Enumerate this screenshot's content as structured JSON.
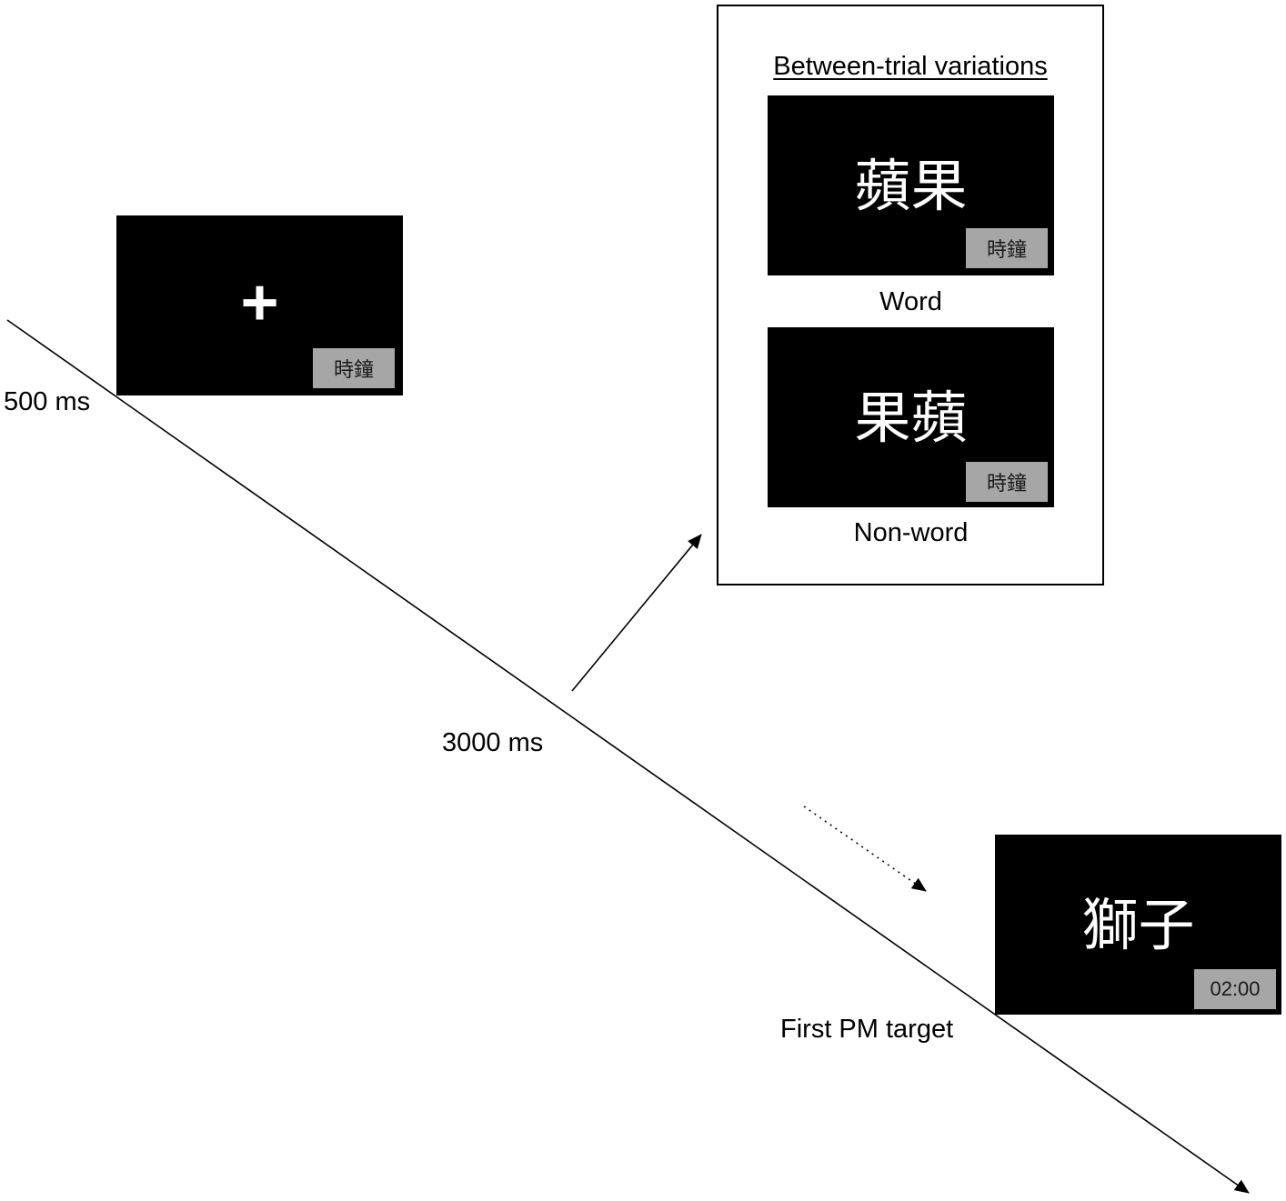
{
  "fixation_screen": {
    "symbol": "+",
    "badge": "時鐘",
    "duration_label": "500 ms"
  },
  "word_screen_duration": "3000 ms",
  "between_trial_variations": {
    "title": "Between-trial variations",
    "items": [
      {
        "stimulus": "蘋果",
        "badge": "時鐘",
        "caption": "Word"
      },
      {
        "stimulus": "果蘋",
        "badge": "時鐘",
        "caption": "Non-word"
      }
    ]
  },
  "pm_target_screen": {
    "stimulus": "獅子",
    "badge": "02:00",
    "label": "First PM target"
  },
  "colors": {
    "screen_background": "#000000",
    "screen_text": "#ffffff",
    "badge_background": "#a6a6a6",
    "badge_text": "#1a1a1a",
    "line": "#000000"
  }
}
